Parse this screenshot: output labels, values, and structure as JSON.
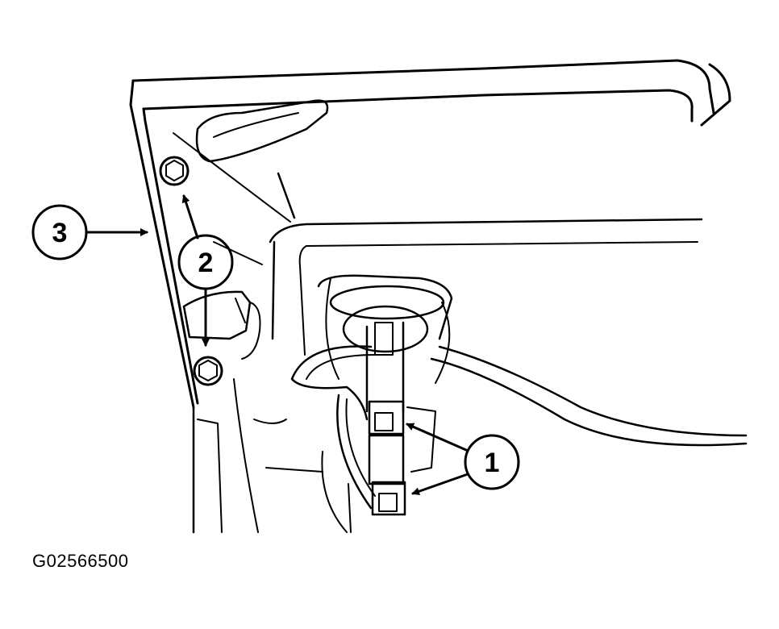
{
  "diagram": {
    "figure_id": "G02566500",
    "callouts": [
      {
        "id": "1",
        "label": "1"
      },
      {
        "id": "2",
        "label": "2"
      },
      {
        "id": "3",
        "label": "3"
      }
    ],
    "colors": {
      "line": "#000000",
      "background": "#ffffff"
    }
  }
}
